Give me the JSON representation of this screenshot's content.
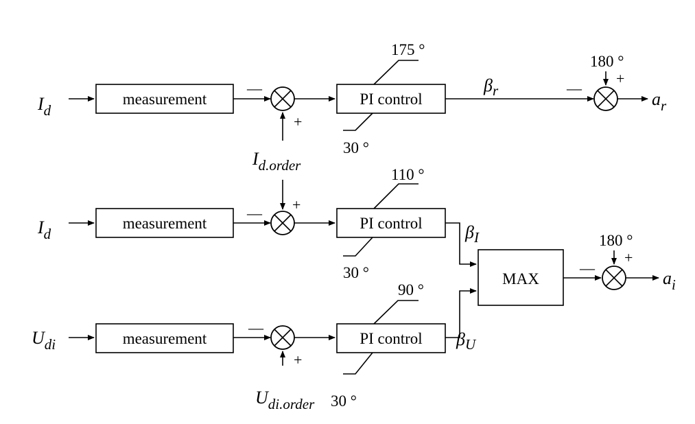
{
  "rows": [
    {
      "input": {
        "symbol": "I",
        "subscript": "d"
      },
      "block": "measurement",
      "order": {
        "symbol": "I",
        "subscript": "d.order"
      },
      "sum_minus": "—",
      "sum_plus": "+",
      "controller": "PI control",
      "upper_limit": "175 °",
      "lower_limit": "30 °",
      "output": {
        "symbol": "β",
        "subscript": "r"
      }
    },
    {
      "input": {
        "symbol": "I",
        "subscript": "d"
      },
      "block": "measurement",
      "sum_minus": "—",
      "sum_plus": "+",
      "controller": "PI control",
      "upper_limit": "110 °",
      "lower_limit": "30 °",
      "output": {
        "symbol": "β",
        "subscript": "I"
      }
    },
    {
      "input": {
        "symbol": "U",
        "subscript": "di"
      },
      "block": "measurement",
      "order": {
        "symbol": "U",
        "subscript": "di.order"
      },
      "sum_minus": "—",
      "sum_plus": "+",
      "controller": "PI control",
      "upper_limit": "90 °",
      "lower_limit": "30 °",
      "output": {
        "symbol": "β",
        "subscript": "U"
      }
    }
  ],
  "rectifier_output": {
    "reference": "180 °",
    "minus": "—",
    "plus": "+",
    "output": {
      "symbol": "a",
      "subscript": "r"
    }
  },
  "max_block": "MAX",
  "inverter_output": {
    "reference": "180 °",
    "minus": "—",
    "plus": "+",
    "output": {
      "symbol": "a",
      "subscript": "i"
    }
  }
}
